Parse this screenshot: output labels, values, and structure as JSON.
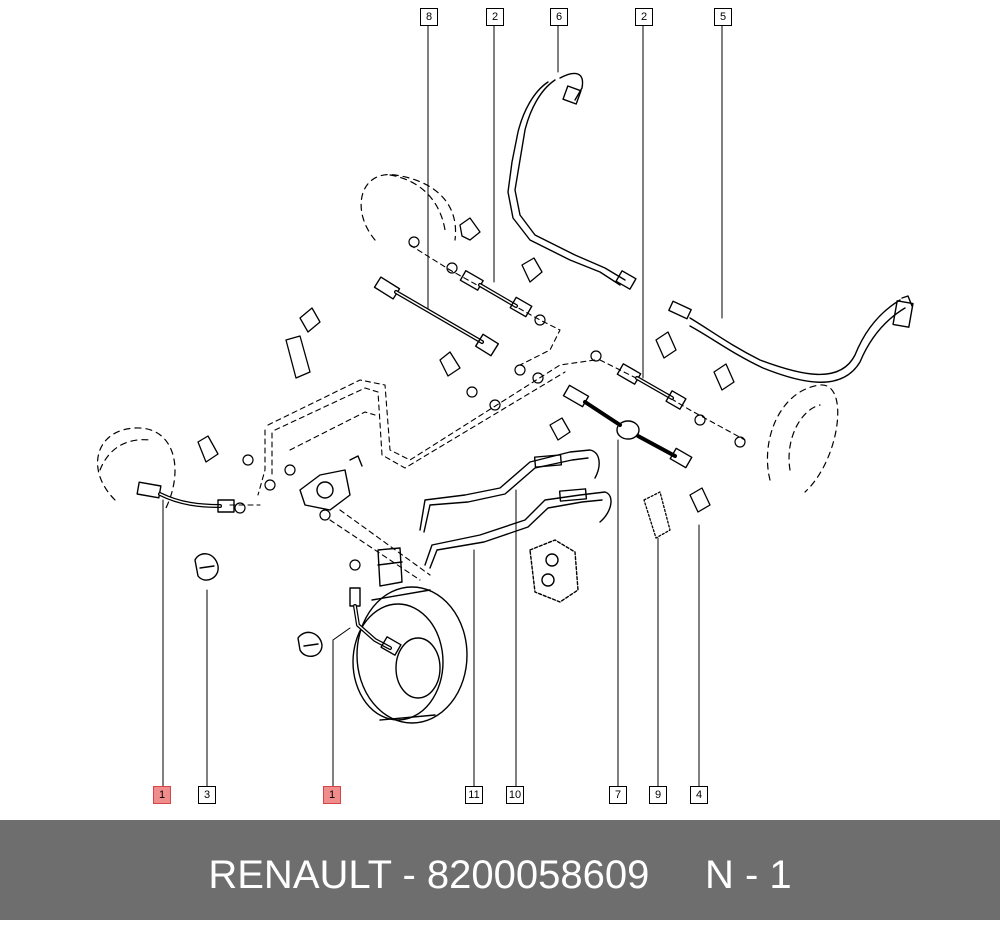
{
  "diagram": {
    "callouts_top": [
      {
        "id": "c8a",
        "label": "8"
      },
      {
        "id": "c2a",
        "label": "2"
      },
      {
        "id": "c6",
        "label": "6"
      },
      {
        "id": "c2b",
        "label": "2"
      },
      {
        "id": "c5",
        "label": "5"
      }
    ],
    "callouts_bottom": [
      {
        "id": "c1a",
        "label": "1",
        "highlighted": true
      },
      {
        "id": "c3",
        "label": "3"
      },
      {
        "id": "c1b",
        "label": "1",
        "highlighted": true
      },
      {
        "id": "c11",
        "label": "11"
      },
      {
        "id": "c10",
        "label": "10"
      },
      {
        "id": "c7",
        "label": "7"
      },
      {
        "id": "c9",
        "label": "9"
      },
      {
        "id": "c4",
        "label": "4"
      }
    ],
    "highlight_color": "#f08c8c"
  },
  "footer": {
    "text": "RENAULT - 8200058609     N - 1",
    "background": "#6e6e6e"
  }
}
